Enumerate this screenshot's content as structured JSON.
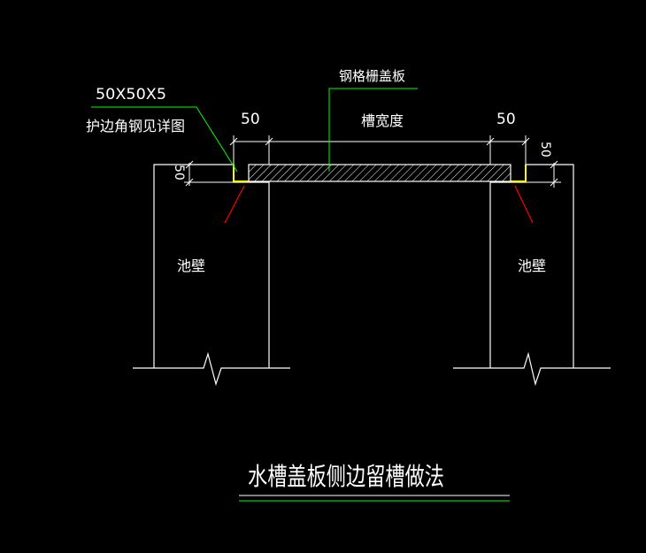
{
  "labels": {
    "angle_spec": "50X50X5",
    "angle_note": "护边角钢见详图",
    "grating": "钢格栅盖板",
    "trench_width": "槽宽度",
    "dim_left": "50",
    "dim_right": "50",
    "dim_depth_left": "50",
    "dim_depth_right": "50",
    "wall_left": "池壁",
    "wall_right": "池壁",
    "title": "水槽盖板侧边留槽做法"
  },
  "colors": {
    "background": "#000000",
    "line": "#ffffff",
    "leader": "#00ff00",
    "angle_steel": "#ffff00",
    "anchor": "#ff0000",
    "text": "#ffffff"
  }
}
